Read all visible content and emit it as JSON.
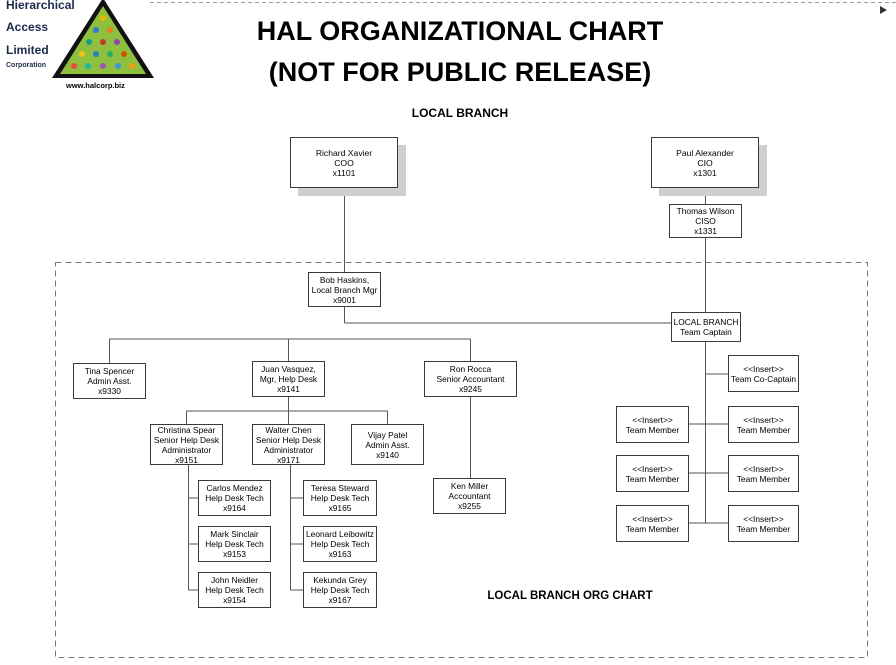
{
  "logo": {
    "lines": [
      "Hierarchical",
      "Access",
      "Limited",
      "Corporation"
    ],
    "url": "www.halcorp.biz"
  },
  "title": {
    "line1": "HAL ORGANIZATIONAL CHART",
    "line2": "(NOT FOR PUBLIC RELEASE)"
  },
  "section_label": "LOCAL BRANCH",
  "region_label": "LOCAL BRANCH ORG CHART",
  "nodes": {
    "coo": [
      "Richard Xavier",
      "COO",
      "x1101"
    ],
    "cio": [
      "Paul Alexander",
      "CIO",
      "x1301"
    ],
    "ciso": [
      "Thomas Wilson",
      "CISO",
      "x1331"
    ],
    "branch_mgr": [
      "Bob Haskins,",
      "Local Branch Mgr",
      "x9001"
    ],
    "team_captain": [
      "LOCAL BRANCH",
      "Team Captain"
    ],
    "tina": [
      "Tina Spencer",
      "Admin Asst.",
      "x9330"
    ],
    "juan": [
      "Juan Vasquez,",
      "Mgr, Help Desk",
      "x9141"
    ],
    "ron": [
      "Ron Rocca",
      "Senior Accountant",
      "x9245"
    ],
    "christina": [
      "Christina Spear",
      "Senior Help Desk",
      "Administrator",
      "x9151"
    ],
    "walter": [
      "Walter Chen",
      "Senior Help Desk",
      "Administrator",
      "x9171"
    ],
    "vijay": [
      "Vijay Patel",
      "Admin Asst.",
      "x9140"
    ],
    "carlos": [
      "Carlos Mendez",
      "Help Desk Tech",
      "x9164"
    ],
    "mark": [
      "Mark Sinclair",
      "Help Desk Tech",
      "x9153"
    ],
    "john": [
      "John Neidler",
      "Help Desk Tech",
      "x9154"
    ],
    "teresa": [
      "Teresa Steward",
      "Help Desk Tech",
      "x9165"
    ],
    "leonard": [
      "Leonard Leibowitz",
      "Help Desk Tech",
      "x9163"
    ],
    "kekunda": [
      "Kekunda Grey",
      "Help Desk Tech",
      "x9167"
    ],
    "ken": [
      "Ken Miller",
      "Accountant",
      "x9255"
    ],
    "co_captain": [
      "<<Insert>>",
      "Team Co-Captain"
    ],
    "member_l1": [
      "<<Insert>>",
      "Team Member"
    ],
    "member_r1": [
      "<<Insert>>",
      "Team Member"
    ],
    "member_l2": [
      "<<Insert>>",
      "Team Member"
    ],
    "member_r2": [
      "<<Insert>>",
      "Team Member"
    ],
    "member_l3": [
      "<<Insert>>",
      "Team Member"
    ],
    "member_r3": [
      "<<Insert>>",
      "Team Member"
    ]
  },
  "colors": {
    "line": "#555555",
    "border": "#3a3a3a",
    "shadow": "#cfcfcf",
    "logo_text": "#1b2a4a"
  }
}
